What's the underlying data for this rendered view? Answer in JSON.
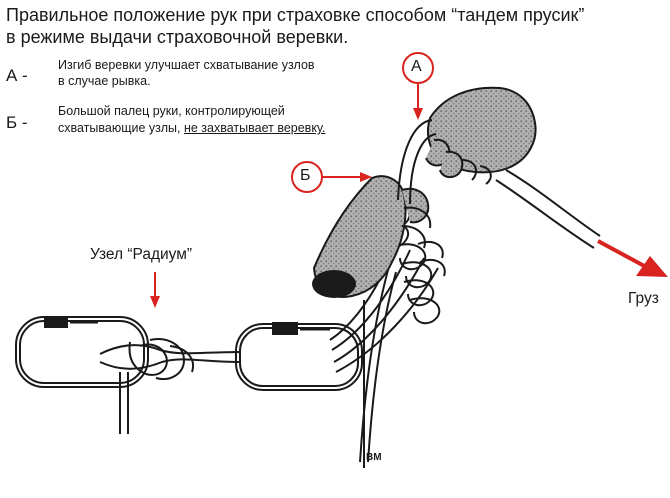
{
  "title_line1": "Правильное положение рук при страховке способом “тандем прусик”",
  "title_line2": "в режиме выдачи страховочной веревки.",
  "legend": {
    "a_letter": "А -",
    "a_line1": "Изгиб веревки улучшает схватывание узлов",
    "a_line2": "в случае рывка.",
    "b_letter": "Б -",
    "b_line1": "Большой палец руки, контролирующей",
    "b_line2_plain": "схватывающие узлы, ",
    "b_line2_underlined": "не захватывает веревку."
  },
  "callouts": {
    "a": "А",
    "b": "Б",
    "radium_knot": "Узел “Радиум”",
    "load": "Груз",
    "signature": "BM"
  },
  "colors": {
    "arrow_red": "#d8231f",
    "line": "#1a1a1a",
    "hand_fill": "#9a9a9a"
  }
}
